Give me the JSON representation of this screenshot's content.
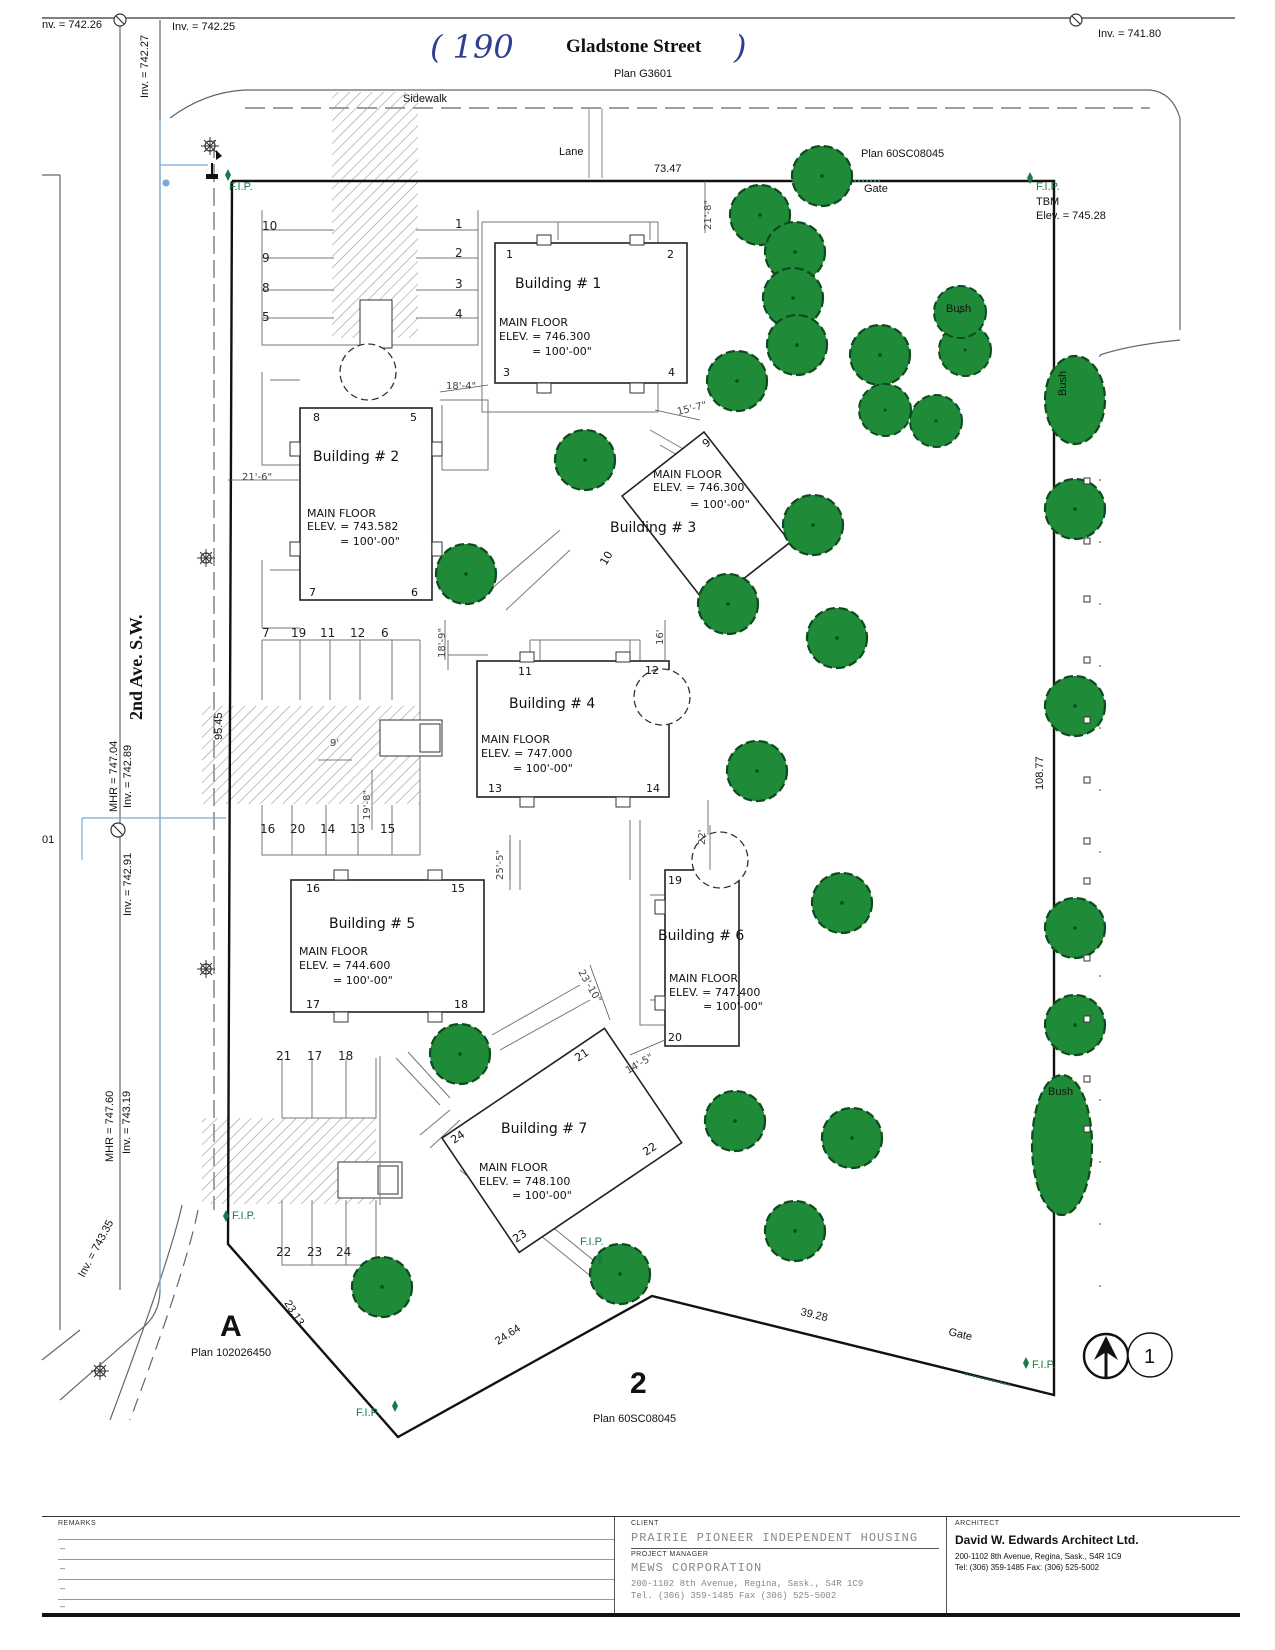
{
  "street": {
    "handwritten_prefix": "( 190",
    "name": "Gladstone Street",
    "handwritten_suffix": ")",
    "plan": "Plan G3601",
    "sidewalk_label": "Sidewalk",
    "lane_label": "Lane"
  },
  "avenue": {
    "name": "2nd Ave. S.W."
  },
  "inverts": {
    "top_left_1": "nv. = 742.26",
    "top_left_2": "Inv. = 742.25",
    "top_left_3": "Inv. = 742.27",
    "top_right": "Inv. = 741.80",
    "mhr_1": "MHR = 747.04",
    "inv_1": "Inv. = 742.89",
    "inv_2": "Inv. = 742.91",
    "mhr_2": "MHR = 747.60",
    "inv_3": "Inv. = 743.19",
    "inv_4": "Inv. = 743.35",
    "edge_fragment": "01"
  },
  "plans": {
    "north_east": "Plan 60SC08045",
    "south_west": "Plan 102026450",
    "south": "Plan 60SC08045"
  },
  "lots": {
    "a": "A",
    "two": "2"
  },
  "survey": {
    "fip": "F.I.P.",
    "tbm": "TBM",
    "tbm_elev": "Elev. = 745.28",
    "gate": "Gate",
    "bush": "Bush"
  },
  "dimensions": {
    "north": "73.47",
    "east": "108.77",
    "west": "95.45",
    "sw_diag": "23.13",
    "s_diag": "24.64",
    "se": "39.28",
    "d_21_8": "21'-8\"",
    "d_18_4": "18'-4\"",
    "d_15_7": "15'-7\"",
    "d_21_6": "21'-6\"",
    "d_18_9": "18'-9\"",
    "d_16": "16'",
    "d_9": "9'",
    "d_19_8": "19'-8\"",
    "d_22": "22'",
    "d_25_5": "25'-5\"",
    "d_23_10": "23'-10\"",
    "d_14_5": "14'-5\""
  },
  "buildings": {
    "b1": {
      "name": "Building # 1",
      "floor": "MAIN FLOOR",
      "elev": "ELEV. = 746.300",
      "datum": "= 100'-00\"",
      "u1": "1",
      "u2": "2",
      "u3": "3",
      "u4": "4"
    },
    "b2": {
      "name": "Building # 2",
      "floor": "MAIN FLOOR",
      "elev": "ELEV. = 743.582",
      "datum": "= 100'-00\"",
      "u1": "8",
      "u2": "5",
      "u3": "7",
      "u4": "6"
    },
    "b3": {
      "name": "Building # 3",
      "floor": "MAIN FLOOR",
      "elev": "ELEV. = 746.300",
      "datum": "= 100'-00\"",
      "u1": "9",
      "u2": "10"
    },
    "b4": {
      "name": "Building # 4",
      "floor": "MAIN FLOOR",
      "elev": "ELEV. = 747.000",
      "datum": "= 100'-00\"",
      "u1": "11",
      "u2": "12",
      "u3": "13",
      "u4": "14"
    },
    "b5": {
      "name": "Building # 5",
      "floor": "MAIN FLOOR",
      "elev": "ELEV. = 744.600",
      "datum": "= 100'-00\"",
      "u1": "16",
      "u2": "15",
      "u3": "17",
      "u4": "18"
    },
    "b6": {
      "name": "Building # 6",
      "floor": "MAIN FLOOR",
      "elev": "ELEV. = 747.400",
      "datum": "= 100'-00\"",
      "u1": "19",
      "u2": "20"
    },
    "b7": {
      "name": "Building # 7",
      "floor": "MAIN FLOOR",
      "elev": "ELEV. = 748.100",
      "datum": "= 100'-00\"",
      "u1": "21",
      "u2": "24",
      "u3": "22",
      "u4": "23"
    }
  },
  "parking": {
    "top_left": [
      "10",
      "9",
      "8",
      "5"
    ],
    "top_right": [
      "1",
      "2",
      "3",
      "4"
    ],
    "mid_row": [
      "7",
      "19",
      "11",
      "12",
      "6"
    ],
    "lower_row": [
      "16",
      "20",
      "14",
      "13",
      "15"
    ],
    "bottom_row_top": [
      "21",
      "17",
      "18"
    ],
    "bottom_row_bottom": [
      "22",
      "23",
      "24"
    ]
  },
  "north_arrow": {
    "sheet": "1"
  },
  "titleblock": {
    "remarks_label": "REMARKS",
    "remarks_dashes": [
      "–",
      "–",
      "–",
      "–"
    ],
    "client_label": "CLIENT",
    "client": "PRAIRIE PIONEER INDEPENDENT HOUSING",
    "pm_label": "PROJECT MANAGER",
    "pm": "MEWS CORPORATION",
    "pm_address": "200-1102 8th Avenue, Regina, Sask., S4R 1C9",
    "pm_phone": "Tel. (306) 359-1485  Fax (306) 525-5002",
    "architect_label": "ARCHITECT",
    "architect": "David W. Edwards Architect Ltd.",
    "arch_address": "200-1102 8th Avenue, Regina, Sask., S4R 1C9",
    "arch_phone": "Tel: (306) 359-1485   Fax: (306) 525-5002"
  },
  "colors": {
    "tree": "#1f8a38",
    "tree_dark": "#0d4a1c",
    "survey_green": "#1a7a46",
    "utility_blue": "#7aa9d6",
    "hatch": "#999999",
    "handwriting": "#2f3f8f"
  }
}
